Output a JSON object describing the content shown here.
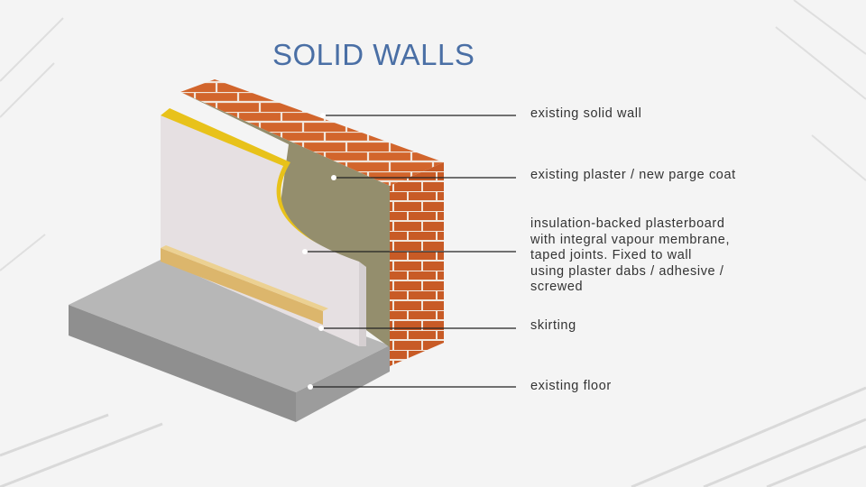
{
  "slide": {
    "title": "SOLID WALLS"
  },
  "colors": {
    "title": "#4a6fa5",
    "brick": "#d2652c",
    "mortar": "#f1e6dc",
    "parge_coat": "#948e6d",
    "insulation": "#e8c21a",
    "plasterboard": "#e6e0e2",
    "skirting": "#dcb66c",
    "floor": "#a7a7a7",
    "leader_line": "#222222",
    "label_text": "#333333"
  },
  "callouts": [
    {
      "id": "existing-solid-wall",
      "text": "existing solid wall"
    },
    {
      "id": "existing-plaster",
      "text": "existing plaster / new parge coat"
    },
    {
      "id": "plasterboard",
      "lines": [
        "insulation-backed plasterboard",
        "with integral vapour membrane,",
        "taped joints. Fixed to wall",
        "using plaster dabs / adhesive /",
        "screwed"
      ]
    },
    {
      "id": "skirting",
      "text": "skirting"
    },
    {
      "id": "existing-floor",
      "text": "existing floor"
    }
  ]
}
